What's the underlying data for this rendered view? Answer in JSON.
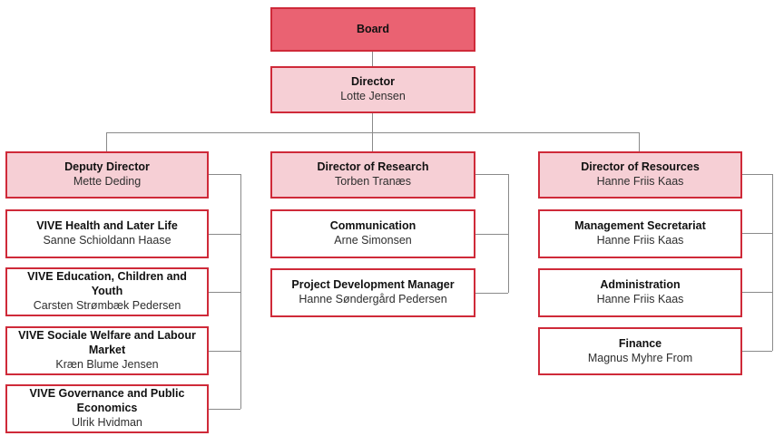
{
  "page_title": "Organisation chart",
  "colors": {
    "box_border_red": "#cf2a39",
    "board_fill": "#ea6272",
    "head_fill": "#f6cfd5",
    "child_fill": "#ffffff",
    "connector_gray": "#8a8a8a",
    "title_text": "#111111",
    "name_text": "#2e2e2e"
  },
  "org": {
    "root": {
      "title": "Board"
    },
    "director": {
      "title": "Director",
      "name": "Lotte Jensen"
    },
    "branches": [
      {
        "head": {
          "title": "Deputy Director",
          "name": "Mette Deding"
        },
        "children": [
          {
            "title": "VIVE Health and Later Life",
            "name": "Sanne Schioldann Haase"
          },
          {
            "title": "VIVE Education, Children and Youth",
            "name": "Carsten Strømbæk Pedersen"
          },
          {
            "title": "VIVE Sociale Welfare and Labour Market",
            "name": "Kræn Blume Jensen"
          },
          {
            "title": "VIVE Governance and Public Economics",
            "name": "Ulrik Hvidman"
          }
        ]
      },
      {
        "head": {
          "title": "Director of Research",
          "name": "Torben Tranæs"
        },
        "children": [
          {
            "title": "Communication",
            "name": "Arne Simonsen"
          },
          {
            "title": "Project Development Manager",
            "name": "Hanne Søndergård Pedersen"
          }
        ]
      },
      {
        "head": {
          "title": "Director of Resources",
          "name": "Hanne Friis Kaas"
        },
        "children": [
          {
            "title": "Management Secretariat",
            "name": "Hanne Friis Kaas"
          },
          {
            "title": "Administration",
            "name": "Hanne Friis Kaas"
          },
          {
            "title": "Finance",
            "name": "Magnus Myhre From"
          }
        ]
      }
    ]
  }
}
